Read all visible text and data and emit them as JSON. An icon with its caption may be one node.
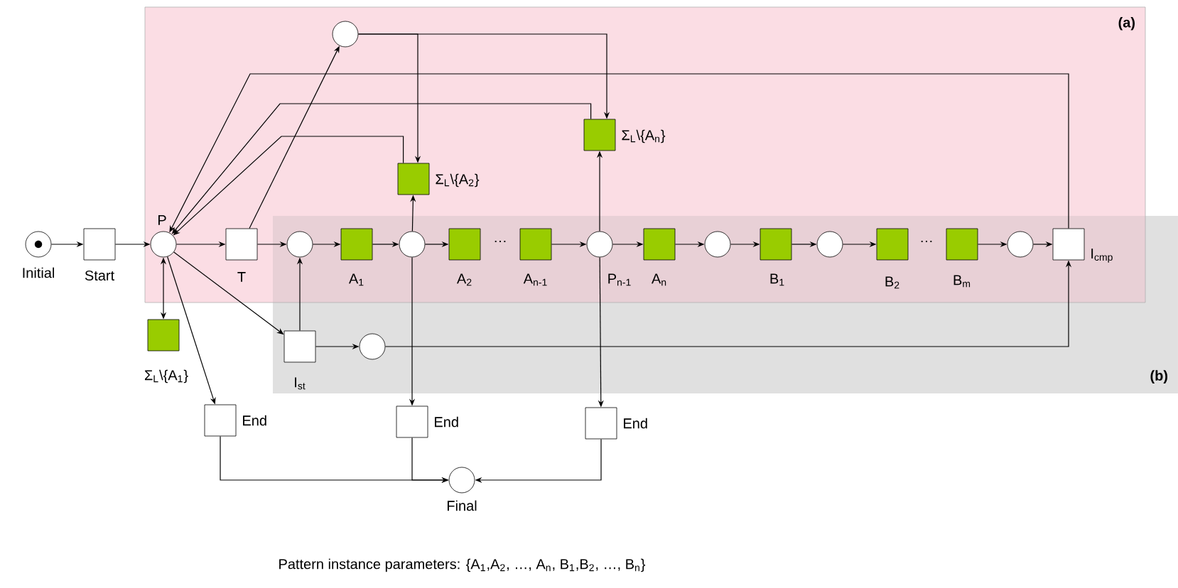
{
  "diagram": {
    "caption": "Pattern instance parameters: {A$_{1}$,A$_{2}$, …, A$_{n}$, B$_{1}$,B$_{2}$, …, B$_{n}$}",
    "nodes": [
      {
        "text": [
          "(a)"
        ]
      },
      {
        "text": [
          "(b)"
        ]
      },
      {
        "text": [],
        "shape": "circle",
        "beside": [
          "Initial"
        ]
      },
      {
        "text": [],
        "shape": "box",
        "beside": [
          "Start"
        ]
      },
      {
        "text": [],
        "shape": "circle",
        "beside": [
          "P"
        ],
        "in": 0
      },
      {
        "text": [],
        "shape": "box",
        "beside": [
          "T"
        ],
        "in": 0
      },
      {
        "text": [],
        "shape": "circle",
        "in": 0
      },
      {
        "text": [],
        "shape": "box",
        "beside": [
          "Σ$_{L}$\\{A$_{1}$}"
        ]
      },
      {
        "text": [],
        "shape": "box",
        "beside": [
          "Σ$_{L}$\\{A$_{2}$}"
        ],
        "in": 0
      },
      {
        "text": [],
        "shape": "box",
        "beside": [
          "Σ$_{L}$\\{A$_{n}$}"
        ],
        "in": 0
      },
      {
        "text": [],
        "shape": "circle"
      },
      {
        "text": [],
        "shape": "box",
        "beside": [
          "A$_{1}$"
        ]
      },
      {
        "text": [],
        "shape": "circle"
      },
      {
        "text": [],
        "shape": "box",
        "beside": [
          "A$_{2}$"
        ]
      },
      {
        "text": [],
        "shape": "box",
        "beside": [
          "A$_{n-1}$"
        ]
      },
      {
        "text": [],
        "shape": "circle",
        "beside": [
          "P$_{n-1}$"
        ]
      },
      {
        "text": [],
        "shape": "box",
        "beside": [
          "A$_{n}$"
        ]
      },
      {
        "text": [],
        "shape": "circle"
      },
      {
        "text": [],
        "shape": "box",
        "beside": [
          "B$_{1}$"
        ]
      },
      {
        "text": [],
        "shape": "circle"
      },
      {
        "text": [],
        "shape": "box",
        "beside": [
          "B$_{2}$"
        ]
      },
      {
        "text": [],
        "shape": "box",
        "beside": [
          "B$_{m}$"
        ]
      },
      {
        "text": [],
        "shape": "circle"
      },
      {
        "text": [],
        "shape": "box",
        "beside": [
          "I$_{cmp}$"
        ]
      },
      {
        "text": [],
        "shape": "box",
        "beside": [
          "I$_{st}$"
        ],
        "in": 1
      },
      {
        "text": [],
        "shape": "circle",
        "in": 1
      },
      {
        "text": [],
        "shape": "box",
        "beside": [
          "End"
        ]
      },
      {
        "text": [],
        "shape": "box",
        "beside": [
          "End"
        ]
      },
      {
        "text": [],
        "shape": "box",
        "beside": [
          "End"
        ]
      },
      {
        "text": [],
        "shape": "circle",
        "beside": [
          "Final"
        ]
      }
    ],
    "edges": [
      {
        "from": 2,
        "to": 3,
        "arrow": "to"
      },
      {
        "from": 3,
        "to": 4,
        "arrow": "to"
      },
      {
        "from": 4,
        "to": 5,
        "arrow": "to"
      },
      {
        "from": 5,
        "to": 10,
        "arrow": "to"
      },
      {
        "from": 10,
        "to": 11,
        "arrow": "to"
      },
      {
        "from": 11,
        "to": 12,
        "arrow": "to"
      },
      {
        "from": 12,
        "to": 13,
        "arrow": "to"
      },
      {
        "from": 14,
        "to": 15,
        "arrow": "to"
      },
      {
        "from": 15,
        "to": 16,
        "arrow": "to"
      },
      {
        "from": 16,
        "to": 17,
        "arrow": "to"
      },
      {
        "from": 17,
        "to": 18,
        "arrow": "to"
      },
      {
        "from": 18,
        "to": 19,
        "arrow": "to"
      },
      {
        "from": 19,
        "to": 20,
        "arrow": "to"
      },
      {
        "from": 21,
        "to": 22,
        "arrow": "to"
      },
      {
        "from": 22,
        "to": 23,
        "arrow": "to"
      },
      {
        "from": 4,
        "to": 7,
        "arrow": "both"
      },
      {
        "from": 4,
        "to": 24,
        "arrow": "to"
      },
      {
        "from": 4,
        "to": 26,
        "arrow": "to"
      },
      {
        "from": 24,
        "to": 10,
        "arrow": "to"
      },
      {
        "from": 24,
        "to": 25,
        "arrow": "to"
      },
      {
        "from": 25,
        "to": 23,
        "arrow": "to"
      },
      {
        "from": 12,
        "to": 8,
        "arrow": "to"
      },
      {
        "from": 12,
        "to": 27,
        "arrow": "to"
      },
      {
        "from": 15,
        "to": 9,
        "arrow": "to"
      },
      {
        "from": 15,
        "to": 28,
        "arrow": "to"
      },
      {
        "from": 5,
        "to": 6,
        "arrow": "to"
      },
      {
        "from": 6,
        "to": 8,
        "arrow": "to"
      },
      {
        "from": 6,
        "to": 9,
        "arrow": "to"
      },
      {
        "from": 8,
        "to": 4,
        "arrow": "to"
      },
      {
        "from": 9,
        "to": 4,
        "arrow": "to"
      },
      {
        "from": 23,
        "to": 4,
        "arrow": "to"
      },
      {
        "from": 26,
        "to": 29,
        "arrow": "to"
      },
      {
        "from": 27,
        "to": 29,
        "arrow": "to"
      },
      {
        "from": 28,
        "to": 29,
        "arrow": "to"
      }
    ],
    "labels": [
      "…",
      "…"
    ]
  }
}
